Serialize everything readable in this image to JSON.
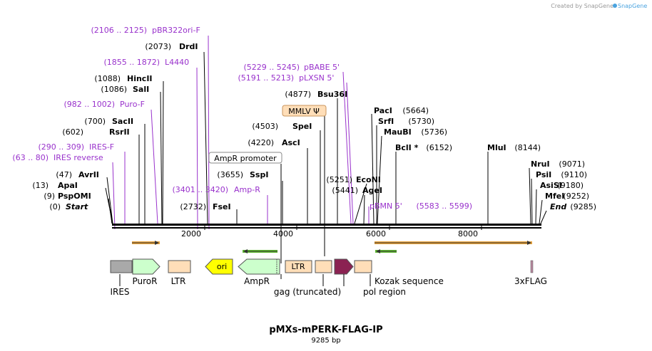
{
  "watermark": "Created by SnapGene",
  "plasmid": {
    "name": "pMXs-mPERK-FLAG-IP",
    "length": "9285 bp"
  },
  "ticks": [
    "2000",
    "4000",
    "6000",
    "8000"
  ],
  "sites": [
    {
      "pos": "(0)",
      "name": "Start",
      "italic": true
    },
    {
      "pos": "(9)",
      "name": "PspOMI"
    },
    {
      "pos": "(13)",
      "name": "ApaI"
    },
    {
      "pos": "(47)",
      "name": "AvrII"
    },
    {
      "pos": "(602)",
      "name": "RsrII"
    },
    {
      "pos": "(700)",
      "name": "SacII"
    },
    {
      "pos": "(1086)",
      "name": "SalI"
    },
    {
      "pos": "(1088)",
      "name": "HincII"
    },
    {
      "pos": "(2073)",
      "name": "DrdI"
    },
    {
      "pos": "(2732)",
      "name": "FseI"
    },
    {
      "pos": "(3655)",
      "name": "SspI"
    },
    {
      "pos": "(4220)",
      "name": "AscI"
    },
    {
      "pos": "(4503)",
      "name": "SpeI"
    },
    {
      "pos": "(4877)",
      "name": "Bsu36I"
    },
    {
      "pos": "(5251)",
      "name": "EcoNI"
    },
    {
      "pos": "(5441)",
      "name": "AgeI"
    },
    {
      "pos": "(5664)",
      "name": "PacI"
    },
    {
      "pos": "(5730)",
      "name": "SrfI"
    },
    {
      "pos": "(5736)",
      "name": "MauBI"
    },
    {
      "pos": "(6152)",
      "name": "BclI *"
    },
    {
      "pos": "(8144)",
      "name": "MluI"
    },
    {
      "pos": "(9071)",
      "name": "NruI"
    },
    {
      "pos": "(9110)",
      "name": "PsiI"
    },
    {
      "pos": "(9180)",
      "name": "AsiSI"
    },
    {
      "pos": "(9252)",
      "name": "MfeI"
    },
    {
      "pos": "(9285)",
      "name": "End",
      "italic": true
    }
  ],
  "primers": [
    {
      "range": "(2106 .. 2125)",
      "name": "pBR322ori-F"
    },
    {
      "range": "(1855 .. 1872)",
      "name": "L4440"
    },
    {
      "range": "(982 .. 1002)",
      "name": "Puro-F"
    },
    {
      "range": "(290 .. 309)",
      "name": "IRES-F"
    },
    {
      "range": "(63 .. 80)",
      "name": "IRES reverse"
    },
    {
      "range": "(3401 .. 3420)",
      "name": "Amp-R"
    },
    {
      "range": "(5229 .. 5245)",
      "name": "pBABE 5'"
    },
    {
      "range": "(5191 .. 5213)",
      "name": "pLXSN 5'"
    },
    {
      "range": "(5583 .. 5599)",
      "name": "pBMN 5'"
    }
  ],
  "boxed_labels": {
    "ampr_promoter": "AmpR promoter",
    "mmlv": "MMLV Ψ"
  },
  "features": {
    "ires": "IRES",
    "puror": "PuroR",
    "ltr1": "LTR",
    "ori": "ori",
    "ampr": "AmpR",
    "ltr2": "LTR",
    "gag": "gag (truncated)",
    "pol": "pol region",
    "kozak": "Kozak sequence",
    "flag": "3xFLAG"
  },
  "colors": {
    "primer": "#9932cc",
    "site": "#000000",
    "ori": "#ffff00",
    "ampr": "#ccffcc",
    "ltr": "#ffdeb8",
    "ires": "#a9a9a9",
    "mperk": "#8b2252",
    "orf": "#e8a33c"
  }
}
